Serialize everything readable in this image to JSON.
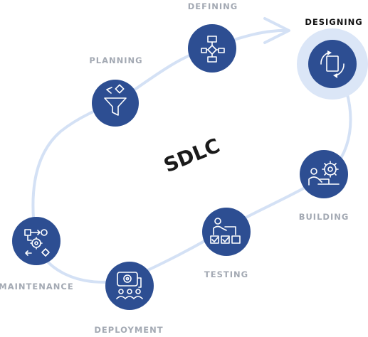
{
  "diagram": {
    "center_title": "SDLC",
    "active_stage": "DESIGNING",
    "colors": {
      "path": "#d4e1f5",
      "node": "#2d4e92",
      "ring": "#dbe6f7",
      "label": "#a3a9b3",
      "active_label": "#111111"
    },
    "stages": [
      {
        "label": "PLANNING",
        "icon": "funnel-icon"
      },
      {
        "label": "DEFINING",
        "icon": "flowchart-icon"
      },
      {
        "label": "DESIGNING",
        "icon": "document-cycle-icon"
      },
      {
        "label": "BUILDING",
        "icon": "developer-gear-icon"
      },
      {
        "label": "TESTING",
        "icon": "tester-checklist-icon"
      },
      {
        "label": "DEPLOYMENT",
        "icon": "team-gear-chat-icon"
      },
      {
        "label": "MAINTENANCE",
        "icon": "maintenance-flow-icon"
      }
    ]
  }
}
